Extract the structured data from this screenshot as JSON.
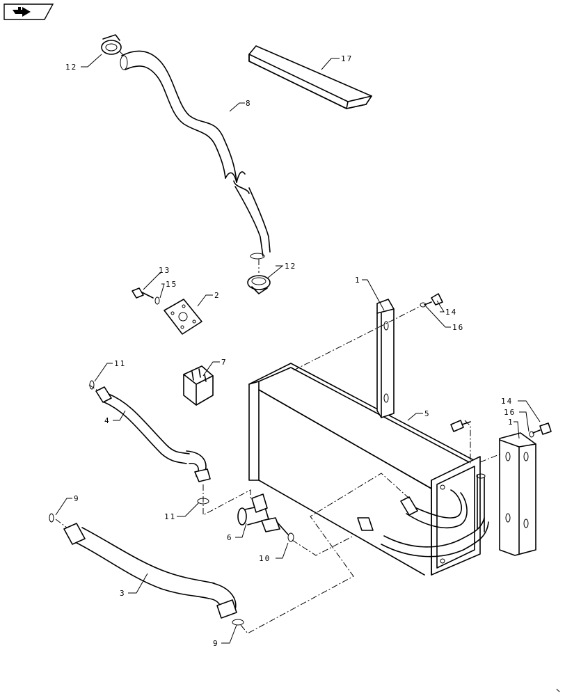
{
  "nav": {
    "icon": "next-page-arrow-icon"
  },
  "callouts": {
    "c1a": "1",
    "c1b": "1",
    "c2": "2",
    "c3": "3",
    "c4": "4",
    "c5": "5",
    "c6": "6",
    "c7": "7",
    "c8": "8",
    "c9a": "9",
    "c9b": "9",
    "c10": "10",
    "c11a": "11",
    "c11b": "11",
    "c12a": "12",
    "c12b": "12",
    "c13": "13",
    "c14a": "14",
    "c14b": "14",
    "c15": "15",
    "c16a": "16",
    "c16b": "16",
    "c17": "17"
  }
}
